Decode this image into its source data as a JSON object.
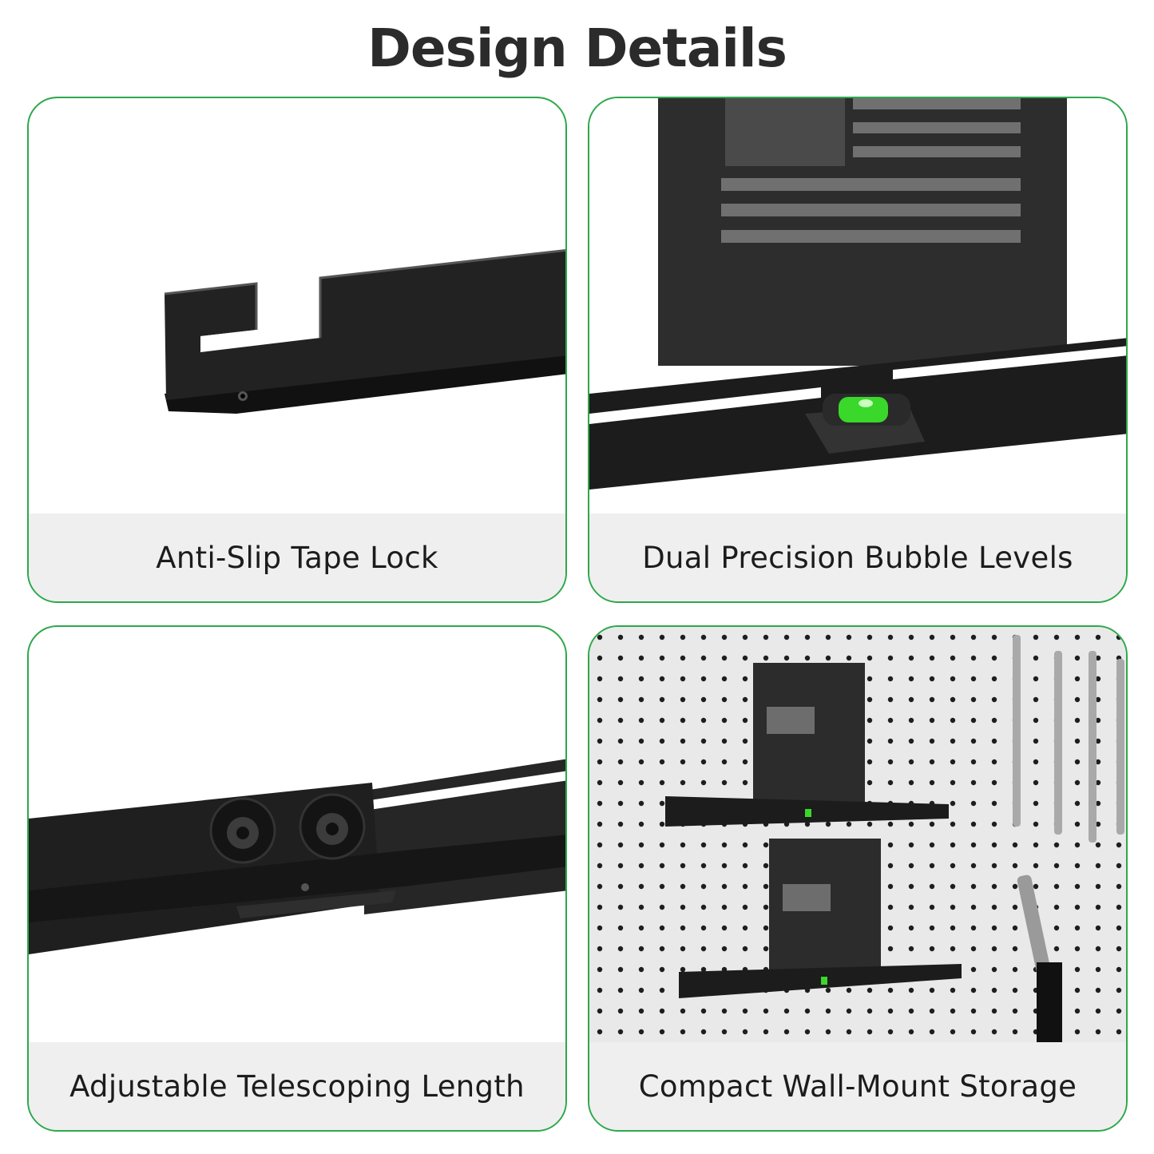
{
  "page": {
    "title": "Design Details"
  },
  "cards": [
    {
      "caption": "Anti-Slip Tape Lock"
    },
    {
      "caption": "Dual Precision Bubble Levels"
    },
    {
      "caption": "Adjustable Telescoping Length"
    },
    {
      "caption": "Compact Wall-Mount Storage"
    }
  ],
  "colors": {
    "accent_border": "#2ea84a",
    "bubble_level": "#39d82a",
    "bracket": "#1b1b1b",
    "caption_bg": "#efefef"
  }
}
